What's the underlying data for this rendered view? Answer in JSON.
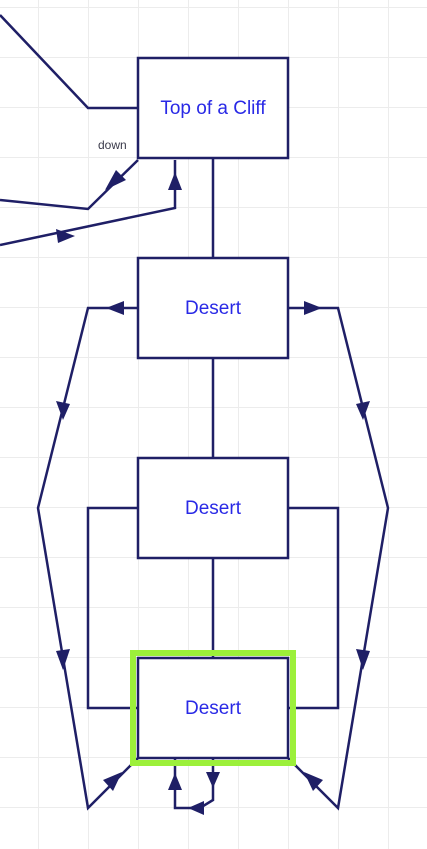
{
  "rooms": {
    "top_of_cliff": "Top of a Cliff",
    "desert_1": "Desert",
    "desert_2": "Desert",
    "desert_3": "Desert"
  },
  "edge_labels": {
    "down": "down"
  },
  "colors": {
    "line": "#1f1f66",
    "room_text": "#2929e6",
    "room_fill": "#ffffff",
    "highlight": "#9cf03a",
    "grid": "#ececec"
  }
}
